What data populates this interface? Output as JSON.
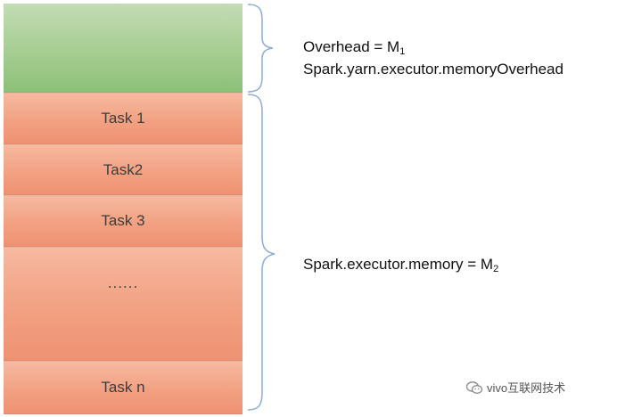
{
  "blocks": {
    "overhead": "",
    "tasks": [
      "Task 1",
      "Task2",
      "Task 3",
      "......",
      "Task n"
    ]
  },
  "labels": {
    "overhead_line1_prefix": "Overhead = M",
    "overhead_line1_sub": "1",
    "overhead_line2": "Spark.yarn.executor.memoryOverhead",
    "memory_prefix": "Spark.executor.memory = M",
    "memory_sub": "2"
  },
  "watermark": {
    "text": "vivo互联网技术",
    "icon": "wechat-official-account-icon"
  },
  "colors": {
    "overhead_fill": "#a6cd92",
    "task_fill": "#f2a182",
    "brace_stroke": "#8fb1d6"
  }
}
